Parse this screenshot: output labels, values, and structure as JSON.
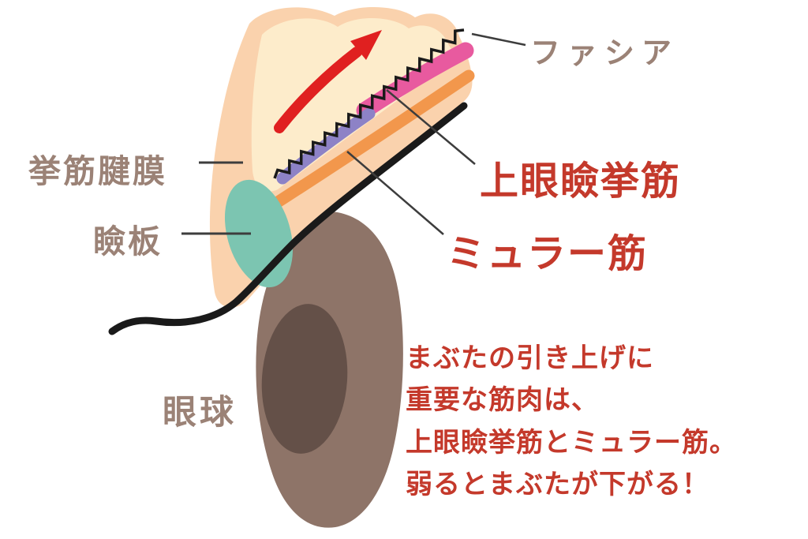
{
  "diagram": {
    "labels": {
      "fascia": "ファシア",
      "levator_aponeurosis": "挙筋腱膜",
      "tarsal_plate": "瞼板",
      "eyeball": "眼球",
      "levator_muscle": "上眼瞼挙筋",
      "muller_muscle": "ミュラー筋"
    },
    "caption": {
      "lines": [
        "まぶたの引き上げに",
        "重要な筋肉は、",
        "上眼瞼挙筋とミュラー筋。",
        "弱るとまぶたが下がる！"
      ]
    },
    "colors": {
      "label_gray": "#9b8276",
      "accent_red": "#c4392b",
      "skin_peach": "#fad2ad",
      "skin_cream": "#fdeccb",
      "stripe_pink": "#e85a9f",
      "stripe_purple": "#8d82c6",
      "stripe_orange": "#f2974c",
      "tarsal_teal": "#7cc5b1",
      "eyeball_brown": "#8e7468",
      "eyeball_dark": "#5f4c45",
      "arrow_red": "#e02020",
      "line_black": "#1a1a1a",
      "leader_gray": "#3d3d3d"
    }
  }
}
